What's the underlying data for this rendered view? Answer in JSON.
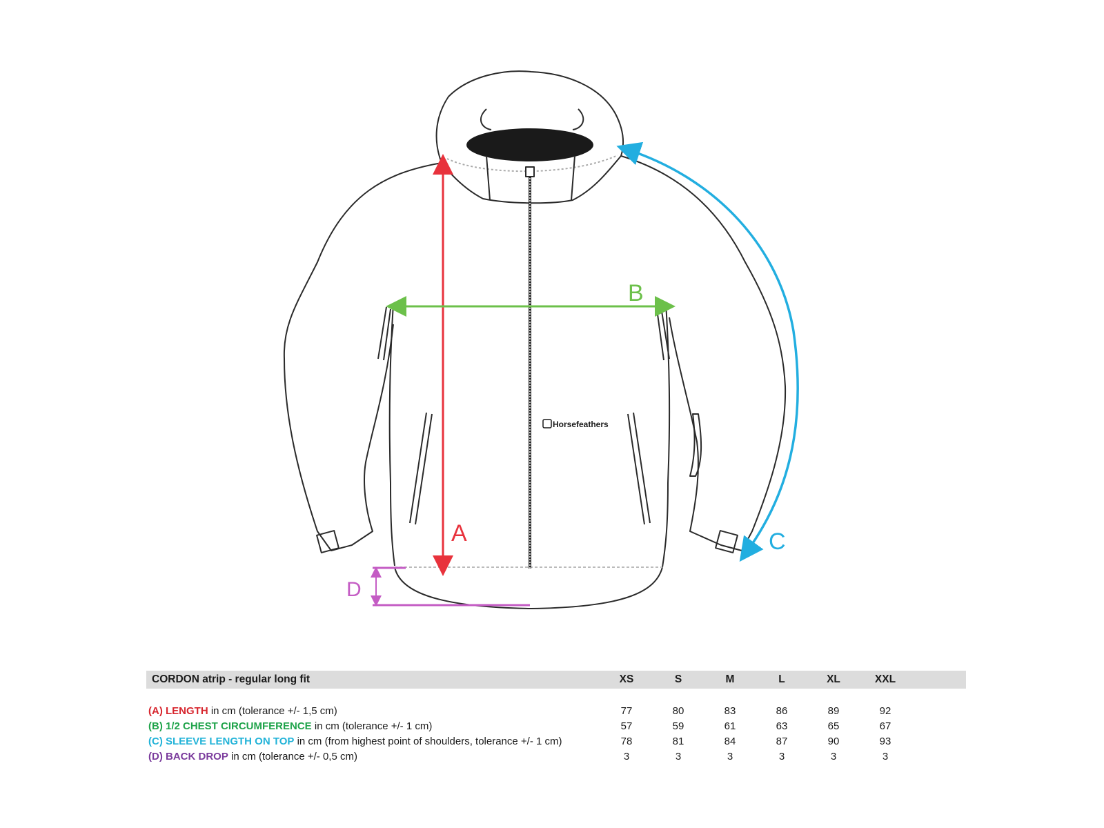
{
  "diagram": {
    "labels": {
      "a": "A",
      "b": "B",
      "c": "C",
      "d": "D"
    },
    "brand_logo": "Horsefeathers",
    "colors": {
      "a": "#e8323c",
      "b": "#6cc04a",
      "c": "#22aee0",
      "d": "#c45cc4",
      "outline": "#2a2a2a"
    }
  },
  "table": {
    "title": "CORDON atrip - regular long fit",
    "sizes": [
      "XS",
      "S",
      "M",
      "L",
      "XL",
      "XXL"
    ],
    "rows": [
      {
        "code": "(A) LENGTH",
        "desc": " in cm (tolerance +/- 1,5 cm)",
        "color": "#d7262e",
        "values": [
          "77",
          "80",
          "83",
          "86",
          "89",
          "92"
        ]
      },
      {
        "code": "(B) 1/2 CHEST CIRCUMFERENCE",
        "desc": " in cm (tolerance +/- 1 cm)",
        "color": "#1fa34a",
        "values": [
          "57",
          "59",
          "61",
          "63",
          "65",
          "67"
        ]
      },
      {
        "code": "(C) SLEEVE LENGTH ON TOP",
        "desc": " in cm (from highest point of shoulders, tolerance +/- 1 cm)",
        "color": "#22b3d8",
        "values": [
          "78",
          "81",
          "84",
          "87",
          "90",
          "93"
        ]
      },
      {
        "code": "(D) BACK DROP",
        "desc": " in cm (tolerance +/- 0,5 cm)",
        "color": "#7a3a9c",
        "values": [
          "3",
          "3",
          "3",
          "3",
          "3",
          "3"
        ]
      }
    ]
  }
}
